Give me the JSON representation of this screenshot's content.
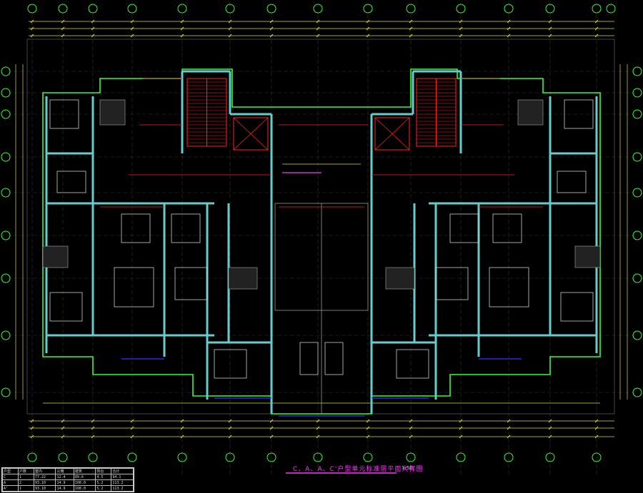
{
  "drawing": {
    "title": "C、A、A、C'户型单元标准层平面大样图",
    "scale_note": "1:50",
    "colors": {
      "background": "#000000",
      "wall": "#66cccc",
      "outline": "#33ff33",
      "dimension": "#dddd33",
      "grid_circle": "#33ff33",
      "red_line": "#ff2222",
      "furniture": "#cccccc",
      "title": "#ff33ff",
      "window": "#3333ff"
    },
    "stats_table": {
      "rows": [
        [
          "户型",
          "户数",
          "套内",
          "公摊",
          "建筑",
          "阳台",
          "合计"
        ],
        [
          "C",
          "1",
          "77.22",
          "12.4",
          "89.6",
          "4.5",
          "94.1"
        ],
        [
          "A",
          "2",
          "93.10",
          "14.9",
          "108.0",
          "5.2",
          "113.2"
        ],
        [
          "A'",
          "1",
          "93.10",
          "14.9",
          "108.0",
          "5.2",
          "113.2"
        ]
      ]
    }
  }
}
